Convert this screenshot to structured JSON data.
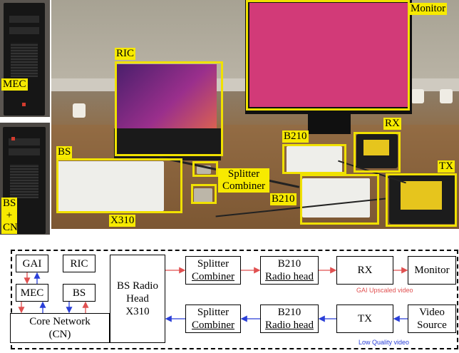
{
  "photo_labels": {
    "mec": "MEC",
    "ric": "RIC",
    "monitor": "Monitor",
    "rx": "RX",
    "tx": "TX",
    "bs_top": "BS",
    "bs_cn_line1": "BS",
    "bs_cn_line2": "+",
    "bs_cn_line3": "CN",
    "b210_top": "B210",
    "b210_bottom": "B210",
    "splitter_line1": "Splitter",
    "splitter_line2": "Combiner",
    "x310": "X310"
  },
  "diagram": {
    "gai": "GAI",
    "ric": "RIC",
    "mec": "MEC",
    "bs": "BS",
    "core_line1": "Core Network",
    "core_line2": "(CN)",
    "bs_radio_line1": "BS Radio",
    "bs_radio_line2": "Head",
    "bs_radio_line3": "X310",
    "splitter_top_line1": "Splitter",
    "splitter_top_line2": "Combiner",
    "b210_top_line1": "B210",
    "b210_top_line2": "Radio head",
    "rx": "RX",
    "monitor": "Monitor",
    "splitter_bot_line1": "Splitter",
    "splitter_bot_line2": "Combiner",
    "b210_bot_line1": "B210",
    "b210_bot_line2": "Radio head",
    "tx": "TX",
    "video_line1": "Video",
    "video_line2": "Source",
    "caption_upscaled": "GAI Upscaled video",
    "caption_low": "Low Quality video"
  },
  "colors": {
    "highlight": "#f0e100",
    "arrow_red": "#e05050",
    "arrow_blue": "#2a3fd8",
    "caption_red": "#e05050",
    "caption_blue": "#2a3fd8"
  }
}
